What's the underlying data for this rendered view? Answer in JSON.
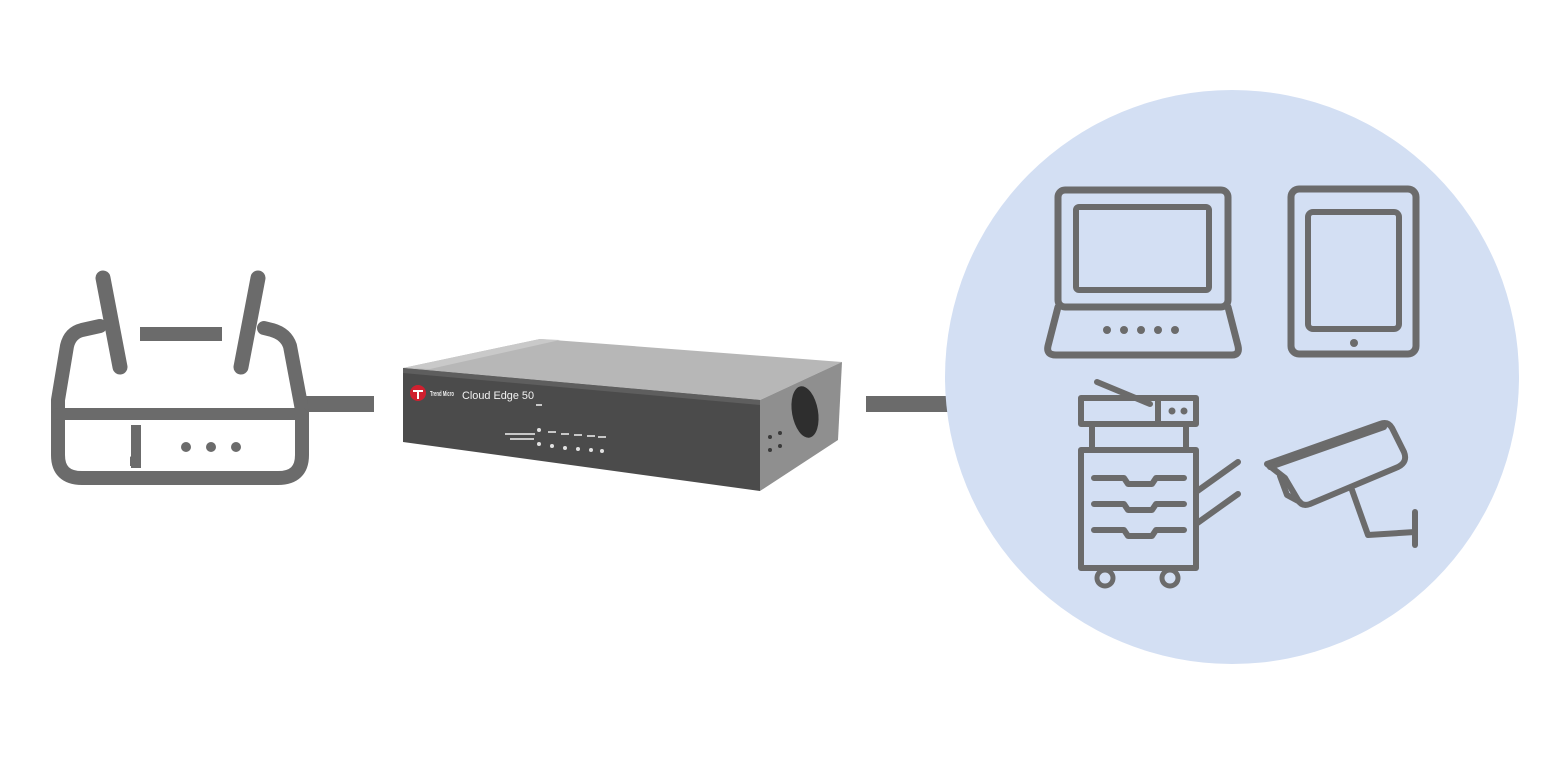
{
  "colors": {
    "icon_stroke": "#6b6b6b",
    "background": "#ffffff",
    "device_zone_fill": "#d3dff3",
    "appliance_body": "#4a4a4a",
    "appliance_top": "#b9b9b9",
    "brand_red": "#d0202f"
  },
  "nodes": {
    "router": {
      "icon": "wifi-router-icon"
    },
    "appliance": {
      "icon": "security-appliance",
      "brand": "Trend Micro",
      "model": "Cloud Edge 50"
    },
    "devices": [
      {
        "icon": "laptop-icon"
      },
      {
        "icon": "tablet-icon"
      },
      {
        "icon": "printer-copier-icon"
      },
      {
        "icon": "security-camera-icon"
      }
    ]
  },
  "connections": [
    {
      "from": "router",
      "to": "appliance"
    },
    {
      "from": "appliance",
      "to": "devices"
    }
  ]
}
